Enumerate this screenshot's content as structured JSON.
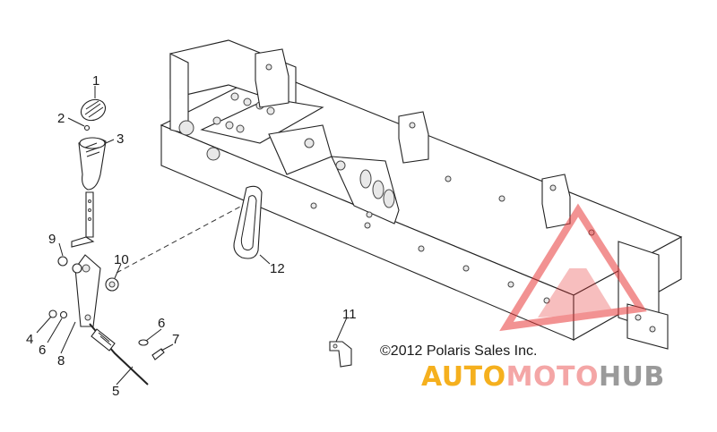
{
  "copyright": "©2012 Polaris Sales Inc.",
  "watermark": {
    "part1": "AUTO",
    "part2": "MOTO",
    "part3": "HUB",
    "colors": {
      "part1": "#f5b01e",
      "part2": "#f4a6a6",
      "part3": "#9a9a9a",
      "logo": "#e83a3a"
    }
  },
  "callouts": {
    "c1": "1",
    "c2": "2",
    "c3": "3",
    "c4": "4",
    "c5": "5",
    "c6a": "6",
    "c6b": "6",
    "c7": "7",
    "c8": "8",
    "c9": "9",
    "c10": "10",
    "c11": "11",
    "c12": "12"
  }
}
